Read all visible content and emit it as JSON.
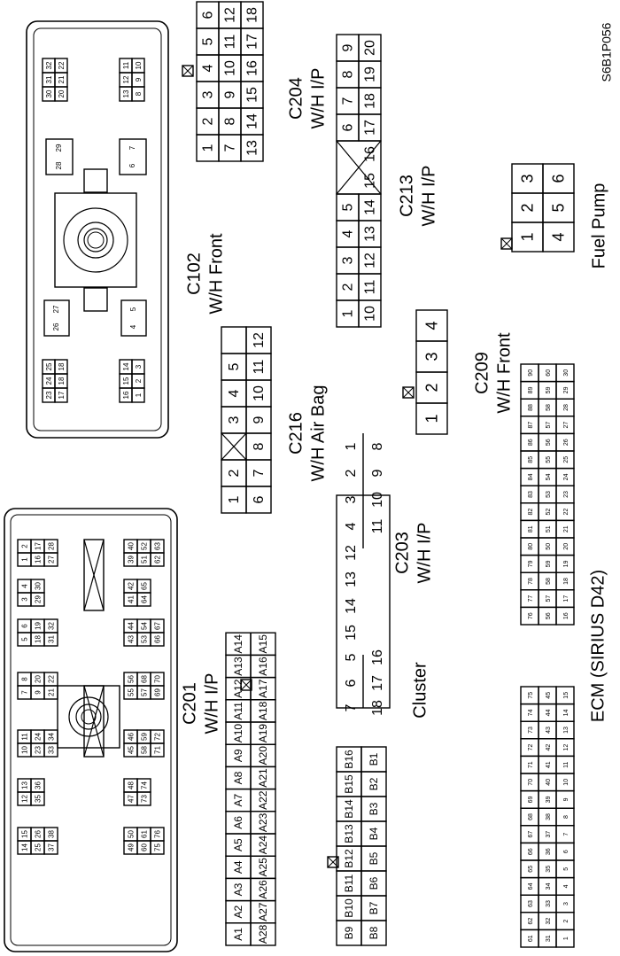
{
  "figure_code": "S6B1P056",
  "c102": {
    "name": "C102",
    "sub": "W/H Front",
    "grid_left": [
      [
        "23",
        "24",
        "25"
      ],
      [
        "17",
        "18",
        "18"
      ]
    ],
    "grid_left2": [
      [
        "16",
        "15",
        "14"
      ],
      [
        "1",
        "2",
        "3"
      ]
    ],
    "grid_top": [
      [
        "30",
        "31",
        "32"
      ],
      [
        "20",
        "21",
        "22"
      ]
    ],
    "grid_right": [
      [
        "13",
        "12",
        "11"
      ],
      [
        "8",
        "9",
        "10"
      ]
    ],
    "pins_26_27": [
      "26",
      "27"
    ],
    "pins_4_5": [
      "4",
      "5"
    ],
    "pins_28_29": [
      "28",
      "29"
    ],
    "pins_6_7": [
      "6",
      "7"
    ]
  },
  "c204": {
    "name": "C204",
    "sub": "W/H I/P",
    "rows": [
      [
        "1",
        "2",
        "3",
        "4",
        "5",
        "6"
      ],
      [
        "7",
        "8",
        "9",
        "10",
        "11",
        "12"
      ],
      [
        "13",
        "14",
        "15",
        "16",
        "17",
        "18"
      ]
    ]
  },
  "c213": {
    "name": "C213",
    "sub": "W/H I/P",
    "row1": [
      "1",
      "2",
      "3",
      "4",
      "5",
      "",
      "",
      "6",
      "7",
      "8",
      "9"
    ],
    "row2": [
      "10",
      "11",
      "12",
      "13",
      "14",
      "15",
      "16",
      "17",
      "18",
      "19",
      "20"
    ]
  },
  "fuel_pump": {
    "name": "Fuel Pump",
    "rows": [
      [
        "1",
        "2",
        "3"
      ],
      [
        "4",
        "5",
        "6"
      ]
    ]
  },
  "c209": {
    "name": "C209",
    "sub": "W/H Front",
    "pins": [
      "1",
      "2",
      "3",
      "4"
    ]
  },
  "c216": {
    "name": "C216",
    "sub": "W/H Air Bag",
    "row1": [
      "1",
      "2",
      "",
      "3",
      "4",
      "5"
    ],
    "row2": [
      "6",
      "7",
      "8",
      "9",
      "10",
      "11",
      "12"
    ]
  },
  "c203": {
    "name": "C203",
    "sub": "W/H I/P",
    "row1": [
      "1",
      "2",
      "3",
      "4",
      "12",
      "13",
      "14",
      "15",
      "5",
      "6",
      "7"
    ],
    "row2": [
      "8",
      "9",
      "10",
      "11",
      "16",
      "17",
      "18"
    ]
  },
  "c201": {
    "name": "C201",
    "sub": "W/H I/P",
    "pins_top": [
      [
        "1",
        "2",
        "16",
        "17",
        "27",
        "28"
      ],
      [
        "3",
        "4",
        "29",
        "30"
      ],
      [
        "5",
        "6",
        "18",
        "19",
        "31",
        "32"
      ],
      [
        "7",
        "8",
        "9",
        "20",
        "21",
        "22"
      ],
      [
        "10",
        "11",
        "23",
        "24",
        "33",
        "34"
      ],
      [
        "12",
        "13",
        "35",
        "36"
      ],
      [
        "14",
        "15",
        "25",
        "26",
        "37",
        "38"
      ]
    ],
    "pins_bottom": [
      [
        "39",
        "40",
        "51",
        "52",
        "62",
        "63"
      ],
      [
        "41",
        "42",
        "64",
        "65"
      ],
      [
        "43",
        "44",
        "53",
        "54",
        "66",
        "67"
      ],
      [
        "55",
        "56",
        "57",
        "68",
        "69",
        "70"
      ],
      [
        "45",
        "46",
        "58",
        "59",
        "71",
        "72"
      ],
      [
        "47",
        "48",
        "73",
        "74"
      ],
      [
        "49",
        "50",
        "60",
        "61",
        "75",
        "76"
      ]
    ]
  },
  "cluster": {
    "name": "Cluster",
    "row_a1": [
      "A1",
      "A2",
      "A3",
      "A4",
      "A5",
      "A6",
      "A7",
      "A8",
      "A9",
      "A10",
      "A11",
      "A12",
      "A13",
      "A14"
    ],
    "row_a2": [
      "A28",
      "A27",
      "A26",
      "A25",
      "A24",
      "A23",
      "A22",
      "A21",
      "A20",
      "A19",
      "A18",
      "A17",
      "A16",
      "A15"
    ],
    "row_b1": [
      "B9",
      "B10",
      "B11",
      "B12",
      "B13",
      "B14",
      "B15",
      "B16"
    ],
    "row_b2": [
      "B8",
      "B7",
      "B6",
      "B5",
      "B4",
      "B3",
      "B2",
      "B1"
    ]
  },
  "ecm": {
    "name": "ECM (SIRIUS D42)",
    "upper": {
      "row1": [
        "76",
        "77",
        "78",
        "79",
        "80",
        "81",
        "82",
        "83",
        "84",
        "85",
        "86",
        "87",
        "88",
        "89",
        "90"
      ],
      "row2": [
        "56",
        "57",
        "58",
        "59",
        "50",
        "51",
        "52",
        "53",
        "54",
        "55",
        "56",
        "57",
        "58",
        "59",
        "60"
      ],
      "row3": [
        "16",
        "17",
        "18",
        "19",
        "20",
        "21",
        "22",
        "23",
        "24",
        "25",
        "26",
        "27",
        "28",
        "29",
        "30"
      ]
    },
    "lower": {
      "row1": [
        "61",
        "62",
        "63",
        "64",
        "65",
        "66",
        "67",
        "68",
        "69",
        "70",
        "71",
        "72",
        "73",
        "74",
        "75"
      ],
      "row2": [
        "31",
        "32",
        "33",
        "34",
        "35",
        "36",
        "37",
        "38",
        "39",
        "40",
        "41",
        "42",
        "43",
        "44",
        "45"
      ],
      "row3": [
        "1",
        "2",
        "3",
        "4",
        "5",
        "6",
        "7",
        "8",
        "9",
        "10",
        "11",
        "12",
        "13",
        "14",
        "15"
      ]
    }
  }
}
